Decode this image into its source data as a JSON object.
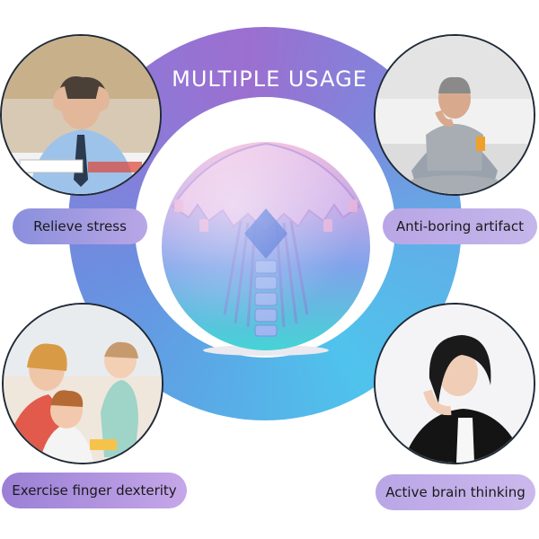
{
  "title": "MULTIPLE USAGE",
  "usages": [
    {
      "label": "Relieve stress"
    },
    {
      "label": "Anti-boring artifact"
    },
    {
      "label": "Exercise finger dexterity"
    },
    {
      "label": "Active brain thinking"
    }
  ],
  "colors": {
    "ring_blue": "#5aa9e6",
    "ring_purple": "#9b6fd0",
    "ball_pink": "#e7a9d6",
    "ball_teal": "#4fd1d9",
    "label_lavender": "#b9a6e6"
  },
  "icons": [
    "stressed-man-photo",
    "relaxed-man-photo",
    "children-playing-photo",
    "thinking-woman-photo",
    "gear-ball-toy"
  ]
}
